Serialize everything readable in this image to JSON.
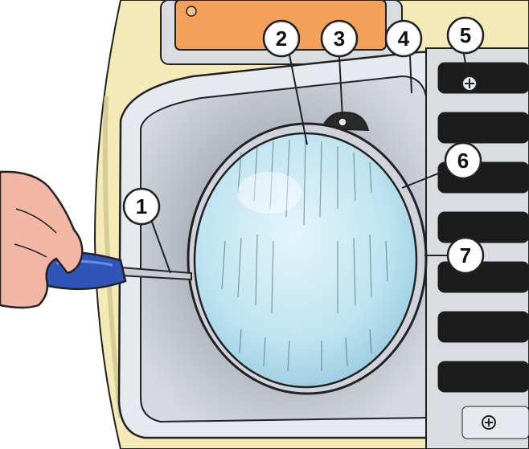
{
  "callouts": [
    {
      "id": "1",
      "label": "1"
    },
    {
      "id": "2",
      "label": "2"
    },
    {
      "id": "3",
      "label": "3"
    },
    {
      "id": "4",
      "label": "4"
    },
    {
      "id": "5",
      "label": "5"
    },
    {
      "id": "6",
      "label": "6"
    },
    {
      "id": "7",
      "label": "7"
    }
  ],
  "colors": {
    "panel": "#f3eab8",
    "panel_edge": "#c9bf8a",
    "bezel": "#e6e9ee",
    "recess": "#b9bfc8",
    "lens": "#bfe3f0",
    "lens_shade": "#8cc6da",
    "grille_slot": "#1c1c1c",
    "grille_frame": "#d9dde2",
    "indicator": "#f2a05a",
    "screwdriver_handle": "#2f55b8",
    "screwdriver_shaft": "#c8ccd2",
    "hand": "#f2b6a4",
    "outline": "#222222"
  }
}
